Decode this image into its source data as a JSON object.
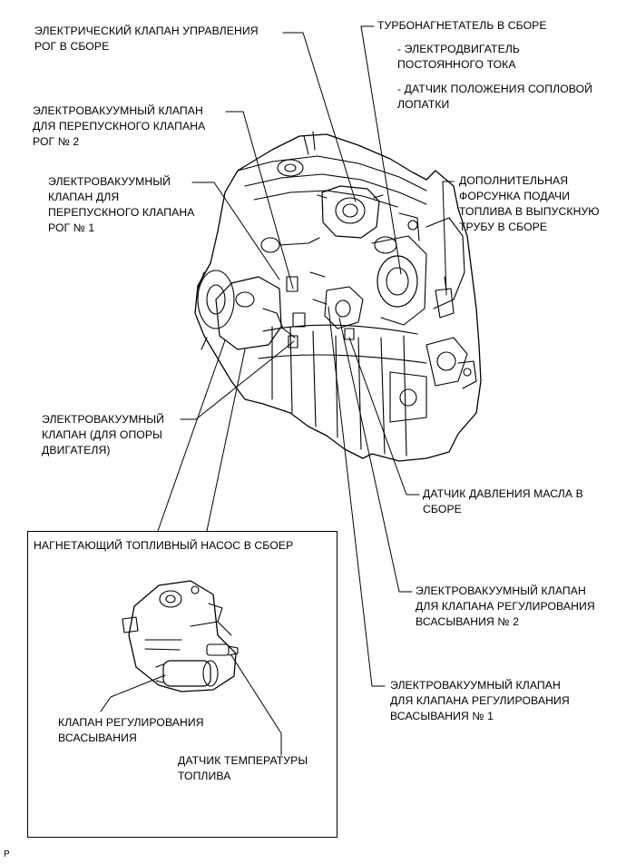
{
  "labels": {
    "egr_control_valve": "ЭЛЕКТРИЧЕСКИЙ КЛАПАН УПРАВЛЕНИЯ\nРОГ В СБОРЕ",
    "turbocharger": "ТУРБОНАГНЕТАТЕЛЬ В СБОРЕ",
    "dc_motor": "- ЭЛЕКТРОДВИГАТЕЛЬ\nПОСТОЯННОГО ТОКА",
    "nozzle_vane_sensor": "- ДАТЧИК ПОЛОЖЕНИЯ СОПЛОВОЙ\nЛОПАТКИ",
    "vsv_egr_bypass_2": "ЭЛЕКТРОВАКУУМНЫЙ КЛАПАН\nДЛЯ ПЕРЕПУСКНОГО КЛАПАНА\nРОГ № 2",
    "vsv_egr_bypass_1": "ЭЛЕКТРОВАКУУМНЫЙ\nКЛАПАН ДЛЯ\nПЕРЕПУСКНОГО КЛАПАНА\nРОГ № 1",
    "exhaust_injector": "ДОПОЛНИТЕЛЬНАЯ\nФОРСУНКА ПОДАЧИ\nТОПЛИВА В ВЫПУСКНУЮ\nТРУБУ В СБОРЕ",
    "vsv_engine_mount": "ЭЛЕКТРОВАКУУМНЫЙ\nКЛАПАН (ДЛЯ ОПОРЫ\nДВИГАТЕЛЯ)",
    "oil_pressure_sensor": "ДАТЧИК ДАВЛЕНИЯ МАСЛА В\nСБОРЕ",
    "vsv_intake_2": "ЭЛЕКТРОВАКУУМНЫЙ КЛАПАН\nДЛЯ КЛАПАНА РЕГУЛИРОВАНИЯ\nВСАСЫВАНИЯ № 2",
    "vsv_intake_1": "ЭЛЕКТРОВАКУУМНЫЙ КЛАПАН\nДЛЯ КЛАПАНА РЕГУЛИРОВАНИЯ\nВСАСЫВАНИЯ № 1"
  },
  "inset": {
    "title": "НАГНЕТАЮЩИЙ ТОПЛИВНЫЙ НАСОС В СБОЕР",
    "suction_control_valve": "КЛАПАН РЕГУЛИРОВАНИЯ\nВСАСЫВАНИЯ",
    "fuel_temp_sensor": "ДАТЧИК ТЕМПЕРАТУРЫ\nТОПЛИВА"
  },
  "corner_mark": "P"
}
